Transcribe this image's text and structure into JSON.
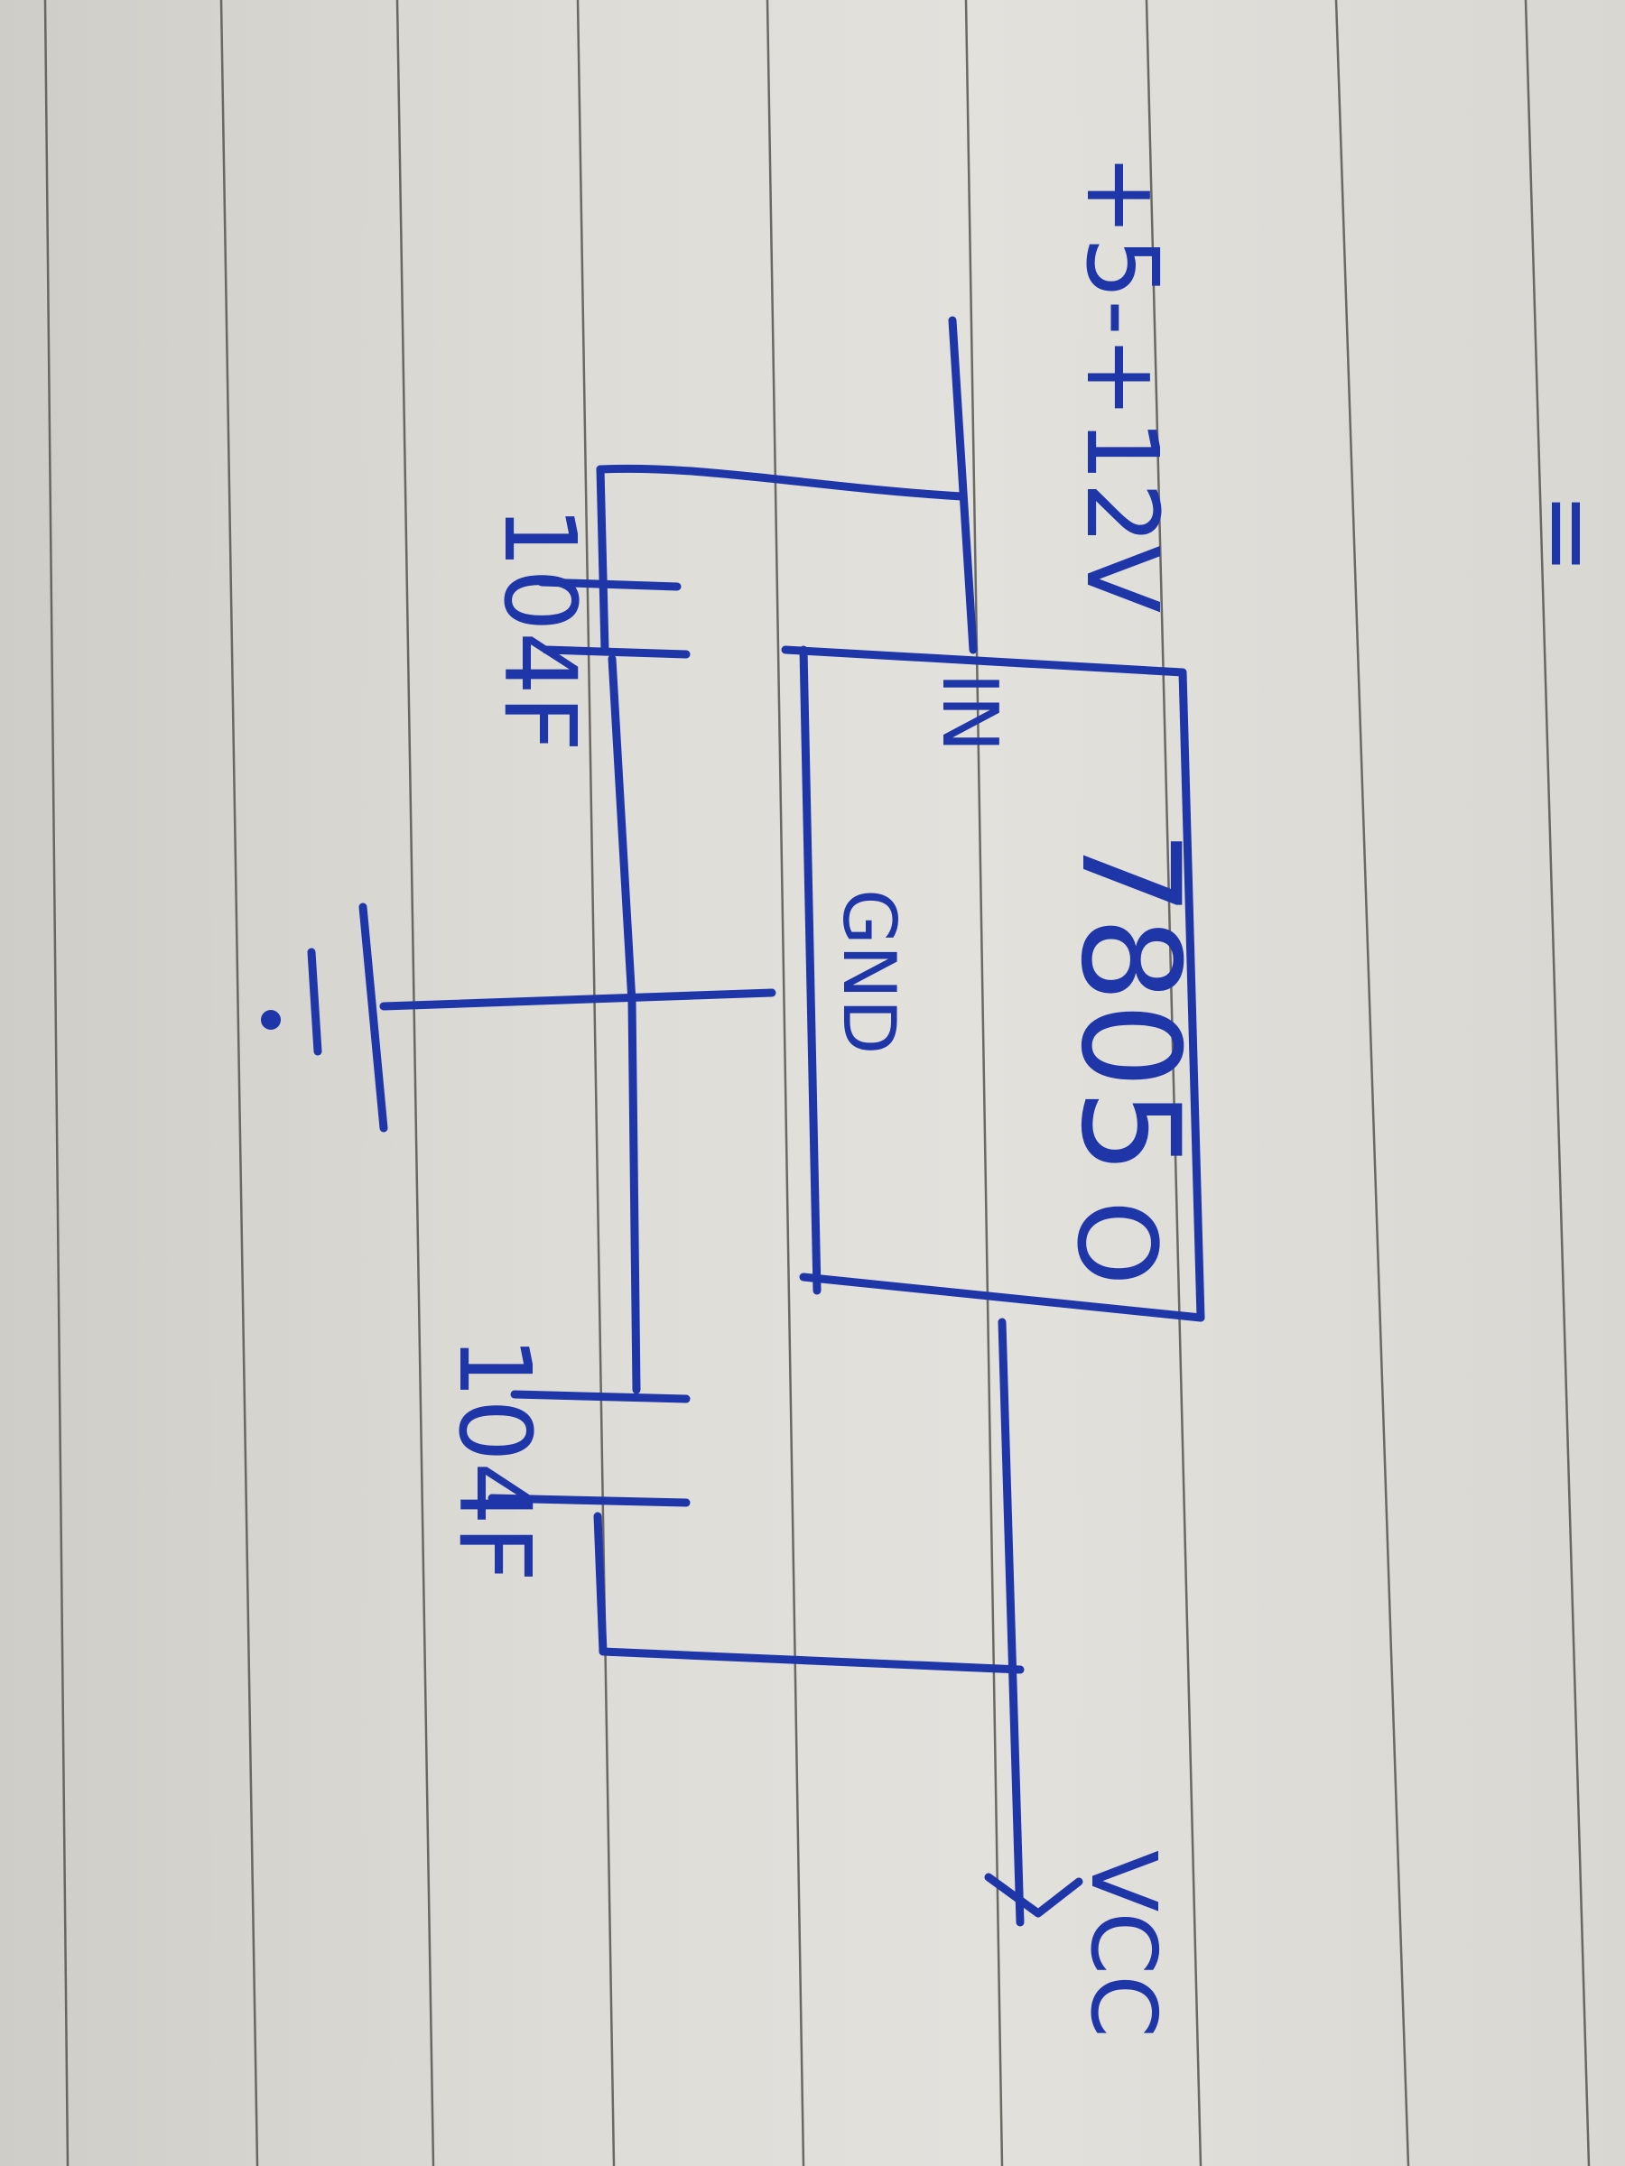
{
  "diagram": {
    "type": "hand-drawn circuit schematic (photo of notebook page, rotated 90°)",
    "ink_color": "#1f36a8",
    "paper_color": "#dedcd7",
    "rule_color": "#55544f",
    "input": {
      "label": "+5-+12V"
    },
    "regulator": {
      "part": "7805",
      "pin_in": "IN",
      "pin_out": "O",
      "pin_gnd": "GND"
    },
    "input_capacitor": {
      "label": "104F"
    },
    "output_capacitor": {
      "label": "104F"
    },
    "output": {
      "label": "VCC"
    },
    "ground_symbol": "ground",
    "corner_mark": "=",
    "texts": {
      "input_label": "+5-+12V",
      "reg_in": "IN",
      "reg_part": "7805",
      "reg_out": "O",
      "reg_gnd": "GND",
      "cap1": "104F",
      "cap2": "104F",
      "vcc": "VCC",
      "corner": "="
    }
  }
}
